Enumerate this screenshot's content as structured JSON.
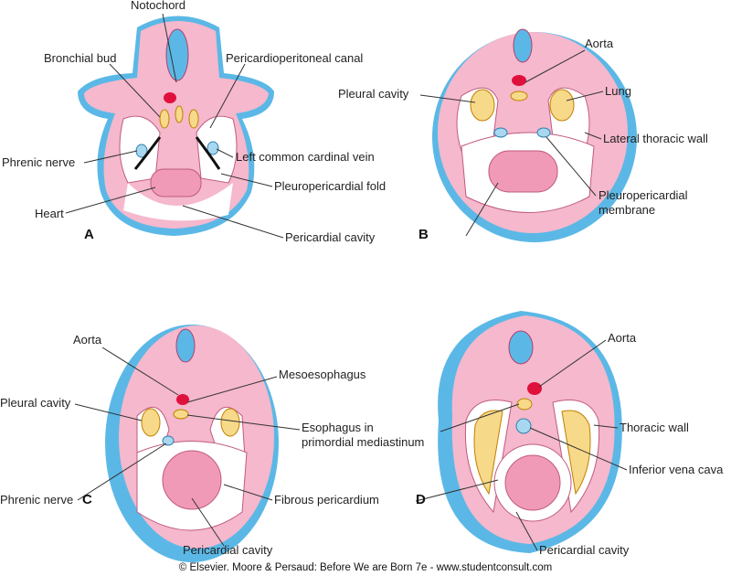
{
  "panels": {
    "a": {
      "letter": "A",
      "labels": [
        "Notochord",
        "Bronchial bud",
        "Pericardioperitoneal canal",
        "Phrenic nerve",
        "Left common cardinal vein",
        "Pleuropericardial fold",
        "Heart",
        "Pericardial cavity"
      ]
    },
    "b": {
      "letter": "B",
      "labels": [
        "Aorta",
        "Lung",
        "Pleural cavity",
        "Lateral thoracic wall",
        "Pleuropericardial",
        "membrane"
      ]
    },
    "c": {
      "letter": "C",
      "labels": [
        "Aorta",
        "Mesoesophagus",
        "Pleural cavity",
        "Esophagus in",
        "primordial mediastinum",
        "Phrenic nerve",
        "Fibrous pericardium",
        "Pericardial cavity"
      ]
    },
    "d": {
      "letter": "D",
      "labels": [
        "Aorta",
        "Thoracic wall",
        "Inferior vena cava",
        "Pericardial cavity"
      ]
    }
  },
  "footer": "© Elsevier. Moore & Persaud: Before We are Born 7e - www.studentconsult.com",
  "colors": {
    "skin": "#5bb8e6",
    "tissue": "#f5b8cc",
    "tissue_dark": "#e58aa8",
    "lung": "#f7d98a",
    "aorta": "#e0103c"
  }
}
